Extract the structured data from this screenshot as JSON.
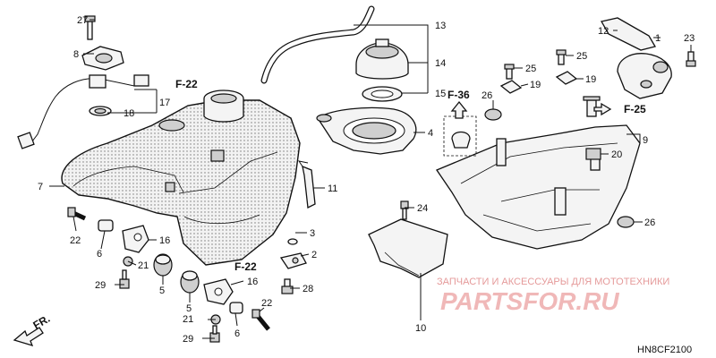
{
  "callouts": {
    "c1": "1",
    "c2": "2",
    "c3": "3",
    "c4": "4",
    "c5a": "5",
    "c5b": "5",
    "c6a": "6",
    "c6b": "6",
    "c7": "7",
    "c8": "8",
    "c9": "9",
    "c10": "10",
    "c11": "11",
    "c12": "12",
    "c13": "13",
    "c14": "14",
    "c15": "15",
    "c16a": "16",
    "c16b": "16",
    "c17": "17",
    "c18": "18",
    "c19a": "19",
    "c19b": "19",
    "c20": "20",
    "c21a": "21",
    "c21b": "21",
    "c22a": "22",
    "c22b": "22",
    "c23": "23",
    "c24": "24",
    "c25a": "25",
    "c25b": "25",
    "c26a": "26",
    "c26b": "26",
    "c27": "27",
    "c28": "28",
    "c29a": "29",
    "c29b": "29"
  },
  "refs": {
    "f22_top": "F-22",
    "f22_mid": "F-22",
    "f36": "F-36",
    "f25": "F-25",
    "fr": "FR."
  },
  "watermark": {
    "line1": "ЗАПЧАСТИ И АКСЕССУАРЫ ДЛЯ МОТОТЕХНИКИ",
    "line2": "PARTSFOR.RU"
  },
  "diagram_code": "HN8CF2100"
}
